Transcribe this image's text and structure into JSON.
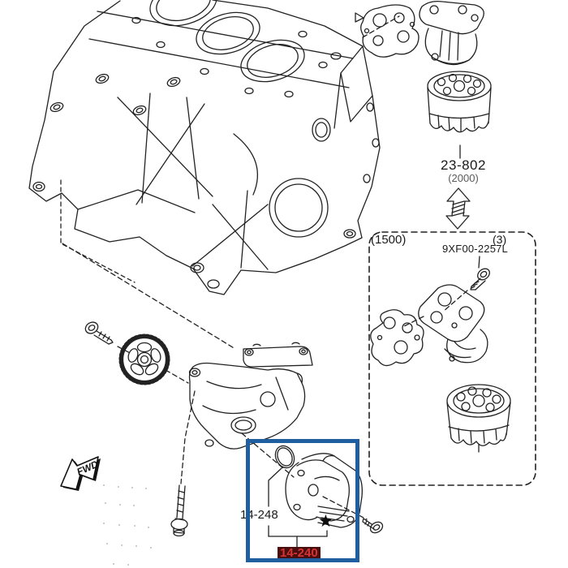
{
  "page": {
    "background": "#ffffff"
  },
  "colors": {
    "line": "#222222",
    "highlight_box": "#1f5fa0",
    "selected_label_bg": "#4a0e0e",
    "selected_label_text": "#d63434",
    "muted_text": "#5a5a5a"
  },
  "callouts": {
    "filter_2000": {
      "part_number": "23-802",
      "variant": "(2000)"
    },
    "option_group": {
      "label": "(1500)",
      "bolt_qty": "(3)",
      "bolt_part_number": "9XF00-2257L"
    },
    "oil_pump_body": {
      "part_number": "14-248"
    },
    "oil_filter_cover": {
      "part_number": "14-240",
      "selected": true,
      "marker": "★"
    },
    "direction": {
      "label": "FWD"
    }
  },
  "icons": {
    "swap_arrow": "double-headed-hatched-arrow",
    "fwd_arrow": "forward-direction-arrow",
    "star_marker": "star"
  }
}
